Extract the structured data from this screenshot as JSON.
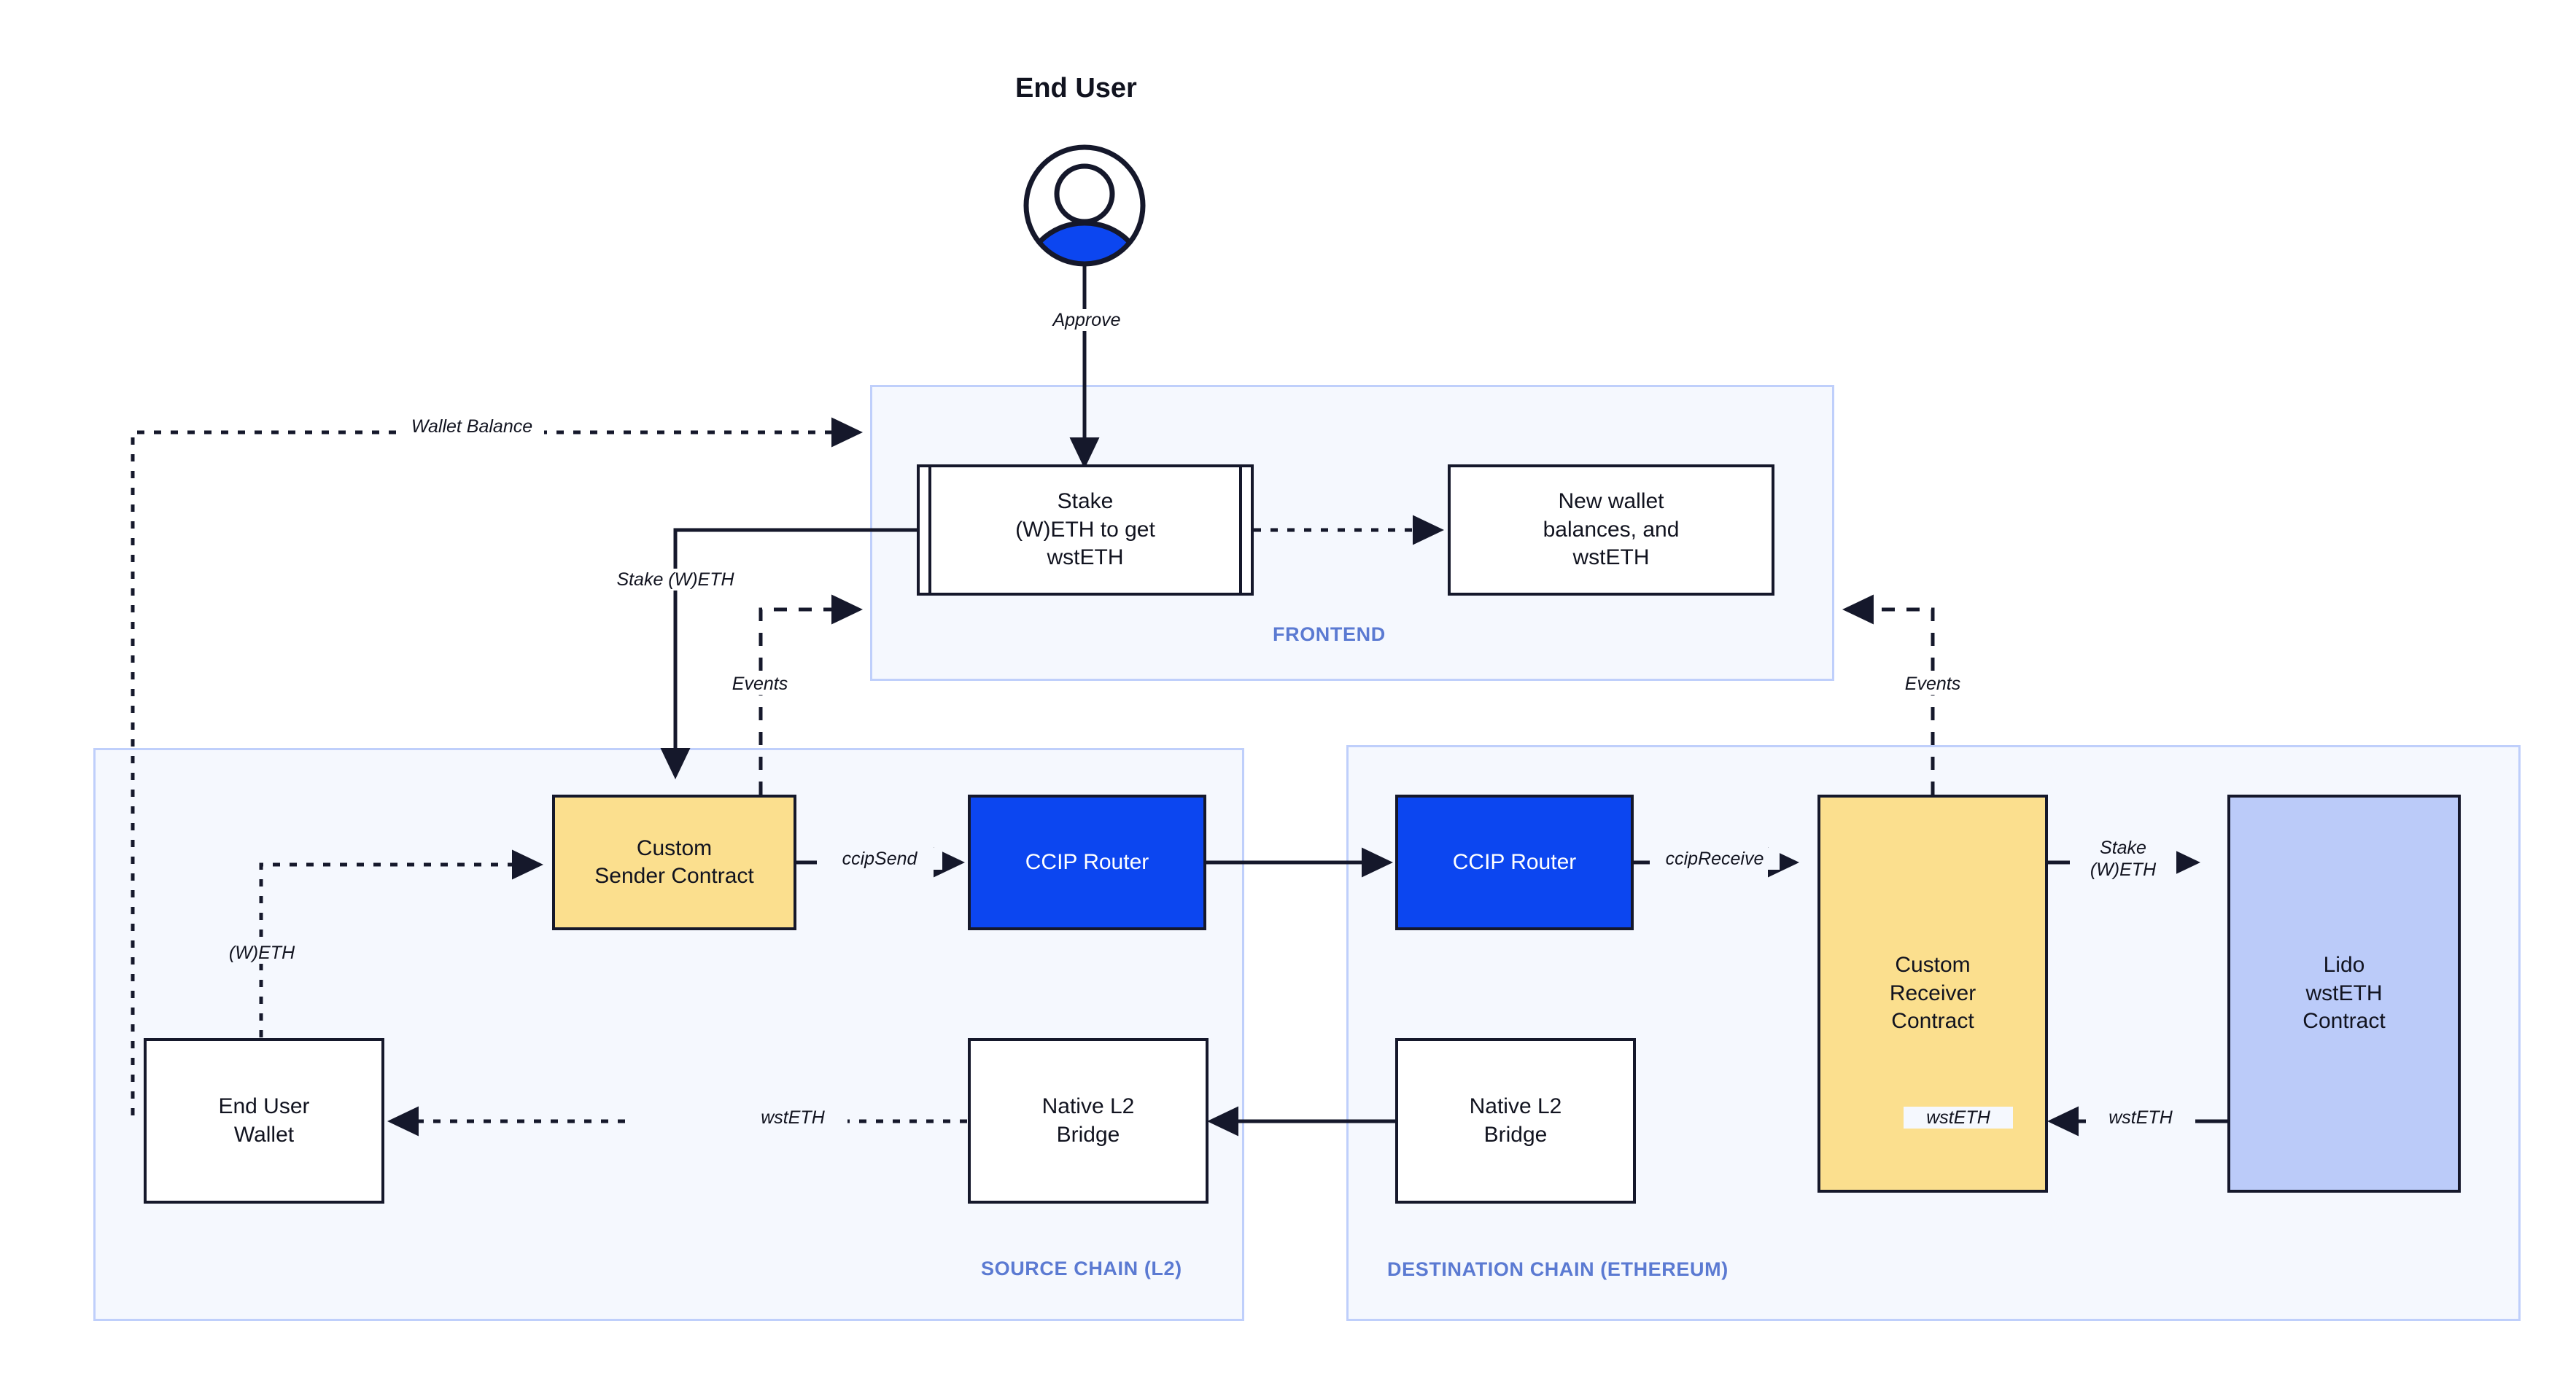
{
  "diagram": {
    "title": "End User CCIP Lido wstETH staking flow",
    "colors": {
      "ink": "#15182b",
      "group_fill": "#f5f8fe",
      "group_border": "#bfcffb",
      "group_label": "#5b7ad2",
      "yellow": "#fbdf8e",
      "blue": "#0c46f0",
      "periwinkle": "#bbcbf9",
      "white": "#ffffff"
    }
  },
  "actor": {
    "title": "End User",
    "icon": "user-avatar-icon"
  },
  "groups": [
    {
      "id": "frontend",
      "label": "FRONTEND"
    },
    {
      "id": "source",
      "label": "SOURCE CHAIN (L2)"
    },
    {
      "id": "destination",
      "label": "DESTINATION CHAIN (ETHEREUM)"
    }
  ],
  "nodes": [
    {
      "id": "stake-form",
      "label": "Stake\n(W)ETH to get\nwstETH",
      "group": "frontend",
      "style": "process"
    },
    {
      "id": "new-balances",
      "label": "New wallet\nbalances, and\nwstETH",
      "group": "frontend",
      "style": "plain"
    },
    {
      "id": "sender-contract",
      "label": "Custom\nSender Contract",
      "group": "source",
      "style": "yellow"
    },
    {
      "id": "ccip-router-src",
      "label": "CCIP Router",
      "group": "source",
      "style": "blue"
    },
    {
      "id": "end-user-wallet",
      "label": "End User\nWallet",
      "group": "source",
      "style": "plain"
    },
    {
      "id": "native-bridge-src",
      "label": "Native L2\nBridge",
      "group": "source",
      "style": "plain"
    },
    {
      "id": "ccip-router-dst",
      "label": "CCIP Router",
      "group": "destination",
      "style": "blue"
    },
    {
      "id": "receiver-contract",
      "label": "Custom\nReceiver\nContract",
      "group": "destination",
      "style": "yellow"
    },
    {
      "id": "lido-contract",
      "label": "Lido\nwstETH\nContract",
      "group": "destination",
      "style": "periwinkle"
    },
    {
      "id": "native-bridge-dst",
      "label": "Native L2\nBridge",
      "group": "destination",
      "style": "plain"
    }
  ],
  "edges": [
    {
      "id": "approve",
      "label": "Approve",
      "from": "end-user",
      "to": "stake-form",
      "style": "solid"
    },
    {
      "id": "wallet-balance",
      "label": "Wallet Balance",
      "from": "end-user-wallet",
      "to": "frontend",
      "style": "dotted"
    },
    {
      "id": "stake-weth-src",
      "label": "Stake (W)ETH",
      "from": "stake-form",
      "to": "sender-contract",
      "style": "solid"
    },
    {
      "id": "events-src",
      "label": "Events",
      "from": "sender-contract",
      "to": "frontend",
      "style": "dashed"
    },
    {
      "id": "events-dst",
      "label": "Events",
      "from": "receiver-contract",
      "to": "new-balances",
      "style": "dashed"
    },
    {
      "id": "new-balances-edge",
      "label": "",
      "from": "stake-form",
      "to": "new-balances",
      "style": "dotted"
    },
    {
      "id": "weth-deposit",
      "label": "(W)ETH",
      "from": "end-user-wallet",
      "to": "sender-contract",
      "style": "dotted"
    },
    {
      "id": "ccip-send",
      "label": "ccipSend",
      "from": "sender-contract",
      "to": "ccip-router-src",
      "style": "solid"
    },
    {
      "id": "cross-chain",
      "label": "",
      "from": "ccip-router-src",
      "to": "ccip-router-dst",
      "style": "solid"
    },
    {
      "id": "ccip-receive",
      "label": "ccipReceive",
      "from": "ccip-router-dst",
      "to": "receiver-contract",
      "style": "solid"
    },
    {
      "id": "stake-weth-dst",
      "label": "Stake\n(W)ETH",
      "from": "receiver-contract",
      "to": "lido-contract",
      "style": "solid"
    },
    {
      "id": "wsteth-lido",
      "label": "wstETH",
      "from": "lido-contract",
      "to": "receiver-contract",
      "style": "solid"
    },
    {
      "id": "wsteth-bridge",
      "label": "wstETH",
      "from": "receiver-contract",
      "to": "native-bridge-dst",
      "style": "solid"
    },
    {
      "id": "bridge-cross",
      "label": "",
      "from": "native-bridge-dst",
      "to": "native-bridge-src",
      "style": "solid"
    },
    {
      "id": "wsteth-wallet",
      "label": "wstETH",
      "from": "native-bridge-src",
      "to": "end-user-wallet",
      "style": "dotted"
    }
  ]
}
